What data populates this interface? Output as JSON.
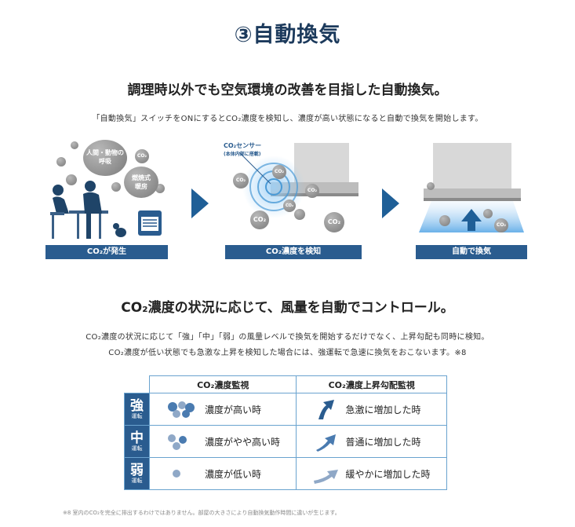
{
  "page_title": "③自動換気",
  "section1": {
    "heading": "調理時以外でも空気環境の改善を目指した自動換気。",
    "description": "「自動換気」スイッチをONにするとCO₂濃度を検知し、濃度が高い状態になると自動で換気を開始します。"
  },
  "panels": [
    {
      "label": "CO₂が発生",
      "bubble_text_1": "人間・動物の\n呼吸",
      "bubble_text_2": "燃焼式\n暖房"
    },
    {
      "label": "CO₂濃度を検知",
      "sensor_caption": "CO₂センサー",
      "sensor_sub": "(本体内部に搭載)"
    },
    {
      "label": "自動で換気"
    }
  ],
  "bubble_glyph": "CO₂",
  "section2": {
    "heading": "CO₂濃度の状況に応じて、風量を自動でコントロール。",
    "line1": "CO₂濃度の状況に応じて「強」「中」「弱」の風量レベルで換気を開始するだけでなく、上昇勾配も同時に検知。",
    "line2": "CO₂濃度が低い状態でも急激な上昇を検知した場合には、強運転で急速に換気をおこないます。※8"
  },
  "table": {
    "col1": "CO₂濃度監視",
    "col2": "CO₂濃度上昇勾配監視",
    "rows": [
      {
        "level": "強",
        "run": "運転",
        "concentration": "濃度が高い時",
        "gradient": "急激に増加した時"
      },
      {
        "level": "中",
        "run": "運転",
        "concentration": "濃度がやや高い時",
        "gradient": "普通に増加した時"
      },
      {
        "level": "弱",
        "run": "運転",
        "concentration": "濃度が低い時",
        "gradient": "緩やかに増加した時"
      }
    ]
  },
  "footnote": "※8 室内のCO₂を完全に排出するわけではありません。部屋の大きさにより自動換気動作時間に違いが生じます。",
  "colors": {
    "title": "#1c3a5c",
    "label_bg": "#2a5c8f",
    "arrow": "#1f5f97",
    "table_border": "#6aa3cf"
  }
}
